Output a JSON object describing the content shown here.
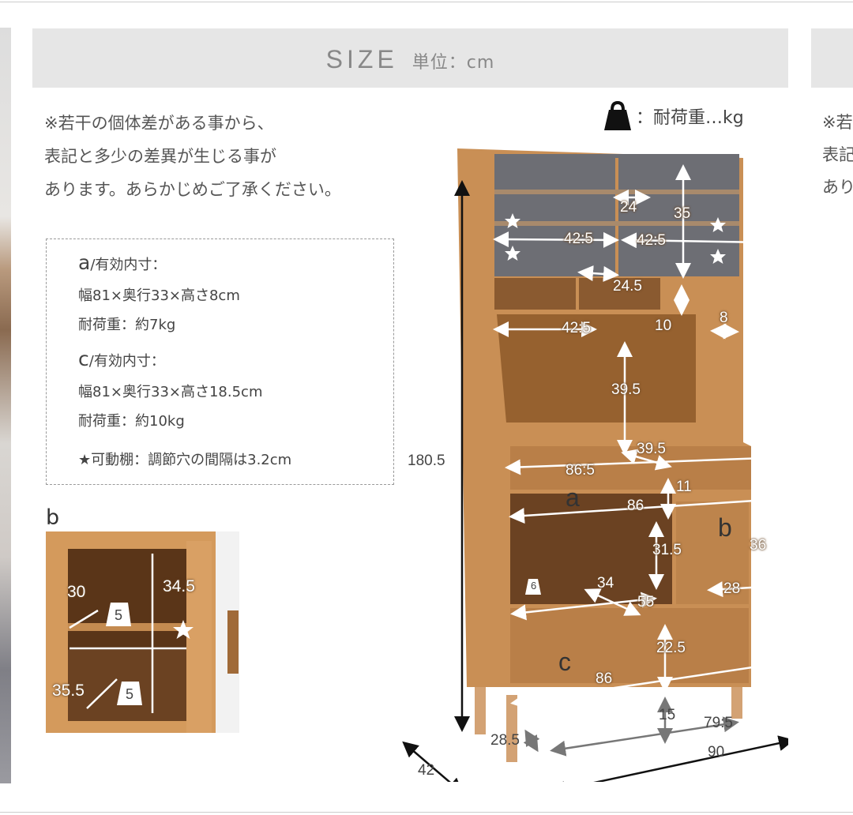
{
  "header": {
    "title": "SIZE",
    "unit": "単位：cm"
  },
  "note": [
    "※若干の個体差がある事から、",
    "表記と多少の差異が生じる事が",
    "あります。あらかじめご了承ください。"
  ],
  "legend": {
    "icon": "weight-icon",
    "text": "：耐荷重…kg"
  },
  "specs": {
    "a": {
      "letter": "a",
      "title": "/有効内寸：",
      "dims": "幅81×奥行33×高さ8cm",
      "load": "耐荷重：約7kg"
    },
    "c": {
      "letter": "c",
      "title": "/有効内寸：",
      "dims": "幅81×奥行33×高さ18.5cm",
      "load": "耐荷重：約10kg"
    },
    "shelf_note": "★可動棚：調節穴の間隔は3.2cm"
  },
  "inset": {
    "label": "b",
    "depth_upper": "30",
    "height": "34.5",
    "depth_lower": "35.5",
    "load_upper": "5",
    "load_lower": "5"
  },
  "cabinet": {
    "total_height": "180.5",
    "upper_shelf_depth": "24",
    "upper_height": "35",
    "upper_left_width": "42:5",
    "upper_right_width": "42:5",
    "upper_lower_depth": "24.5",
    "mid_left_width": "42:5",
    "mid_height": "10",
    "mid_depth": "8",
    "counter_height": "39.5",
    "counter_depth": "39.5",
    "counter_width": "86:5",
    "drawer_a_letter": "a",
    "drawer_a_height": "11",
    "drawer_a_width": "86",
    "open_height": "31.5",
    "open_depth": "34",
    "open_width": "55",
    "open_load": "6",
    "door_b_letter": "b",
    "door_b_height": "36",
    "door_b_width": "28",
    "drawer_c_letter": "c",
    "drawer_c_height": "22.5",
    "drawer_c_width": "86",
    "leg_height": "15",
    "leg_span": "79:5",
    "leg_depth": "28.5",
    "total_depth": "42",
    "total_width": "90"
  },
  "next_slide": {
    "text": "※若\n表記\nあり"
  },
  "colors": {
    "header_bg": "#e6e6e6",
    "wood": "#c98f55",
    "glass": "#6d6e74"
  }
}
